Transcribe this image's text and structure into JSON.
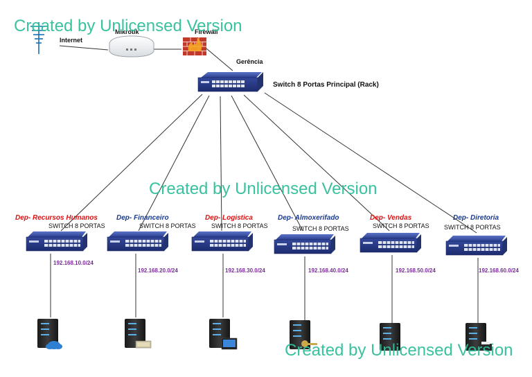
{
  "diagram": {
    "internet_label": "Internet",
    "router_label": "Mikrotik",
    "firewall_label": "Firewall",
    "management_label": "Gerência",
    "main_switch_label": "Switch 8 Portas Principal (Rack)",
    "departments": [
      {
        "name": "Dep- Recursos Humanos",
        "ports": "SWITCH 8 PORTAS",
        "network": "192.168.10.0/24",
        "color": "#e01010",
        "server_icon": "cloud-server-icon"
      },
      {
        "name": "Dep- Financeiro",
        "ports": "SWITCH 8 PORTAS",
        "network": "192.168.20.0/24",
        "color": "#1a3a8c",
        "server_icon": "money-server-icon"
      },
      {
        "name": "Dep- Logistica",
        "ports": "SWITCH 8 PORTAS",
        "network": "192.168.30.0/24",
        "color": "#e01010",
        "server_icon": "monitor-server-icon"
      },
      {
        "name": "Dep- Almoxerifado",
        "ports": "SWITCH 8 PORTAS",
        "network": "192.168.40.0/24",
        "color": "#1a3a8c",
        "server_icon": "key-server-icon"
      },
      {
        "name": "Dep- Vendas",
        "ports": "SWITCH 8 PORTAS",
        "network": "192.168.50.0/24",
        "color": "#e01010",
        "server_icon": "server-icon"
      },
      {
        "name": "Dep- Diretoria",
        "ports": "SWITCH 8 PORTAS",
        "network": "192.168.60.0/24",
        "color": "#1a3a8c",
        "server_icon": "printer-server-icon"
      }
    ]
  },
  "watermark": "Created by Unlicensed Version"
}
